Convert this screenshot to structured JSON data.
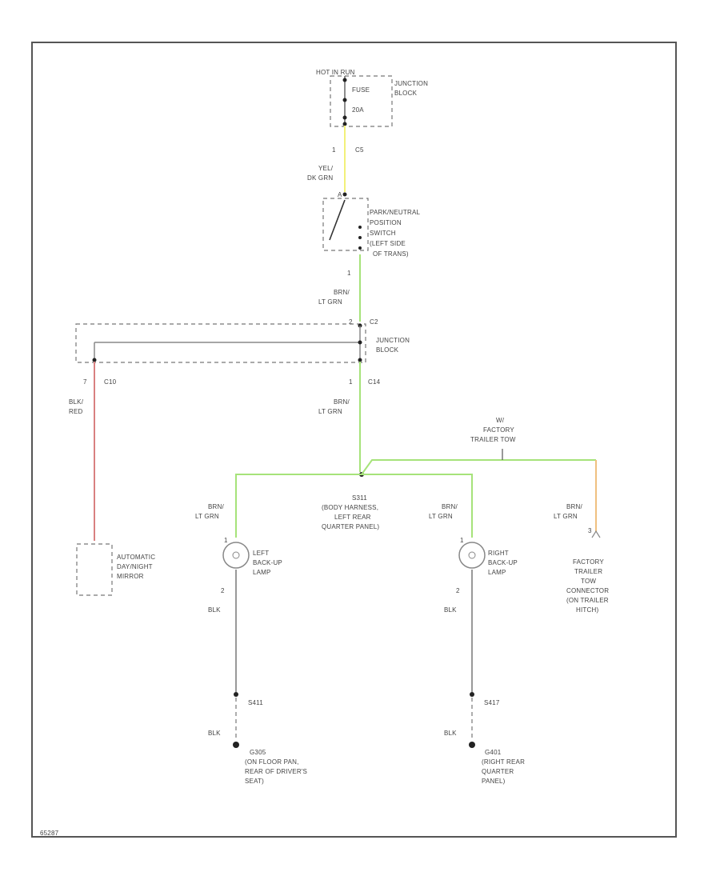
{
  "colors": {
    "frame": "#555555",
    "yellow_wire": "#f2f07a",
    "green_wire": "#a6e37a",
    "red_wire": "#d98080",
    "orange_wire": "#f0c080",
    "gray_wire": "#9a9a9a"
  },
  "labels": {
    "hot_in_run": "HOT IN RUN",
    "fuse": "FUSE",
    "fuse_amps": "20A",
    "junction_block_top": [
      "JUNCTION",
      "BLOCK"
    ],
    "pin_1_c5": "1",
    "c5": "C5",
    "wire1": [
      "YEL/",
      "DK GRN"
    ],
    "pin_a": "A",
    "switch": [
      "PARK/NEUTRAL",
      "POSITION",
      "SWITCH",
      "(LEFT SIDE",
      "OF TRANS)"
    ],
    "pin_1_sw": "1",
    "wire2": [
      "BRN/",
      "LT GRN"
    ],
    "pin_2_c2": "2",
    "c2": "C2",
    "junction_block_mid": [
      "JUNCTION",
      "BLOCK"
    ],
    "pin_7": "7",
    "c10": "C10",
    "wire3": [
      "BLK/",
      "RED"
    ],
    "pin_1_c14": "1",
    "c14": "C14",
    "wire4": [
      "BRN/",
      "LT GRN"
    ],
    "factory_tow": [
      "W/",
      "FACTORY",
      "TRAILER TOW"
    ],
    "splice": [
      "S311",
      "(BODY HARNESS,",
      "LEFT REAR",
      "QUARTER PANEL)"
    ],
    "wire_left_lamp": [
      "BRN/",
      "LT GRN"
    ],
    "wire_right_lamp": [
      "BRN/",
      "LT GRN"
    ],
    "wire_tow": [
      "BRN/",
      "LT GRN"
    ],
    "pin_left_1": "1",
    "pin_right_1": "1",
    "pin_tow": "3",
    "mirror": [
      "AUTOMATIC",
      "DAY/NIGHT",
      "MIRROR"
    ],
    "left_lamp": [
      "LEFT",
      "BACK-UP",
      "LAMP"
    ],
    "right_lamp": [
      "RIGHT",
      "BACK-UP",
      "LAMP"
    ],
    "tow_connector": [
      "FACTORY",
      "TRAILER",
      "TOW",
      "CONNECTOR",
      "(ON TRAILER",
      "HITCH)"
    ],
    "pin_left_2": "2",
    "pin_right_2": "2",
    "blk_left": "BLK",
    "blk_right": "BLK",
    "s417_left": "S411",
    "s417_right": "S417",
    "blk_left2": "BLK",
    "blk_right2": "BLK",
    "ground_left": [
      "G305",
      "(ON FLOOR PAN,",
      "REAR OF DRIVER'S",
      "SEAT)"
    ],
    "ground_right": [
      "G401",
      "(RIGHT REAR",
      "QUARTER",
      "PANEL)"
    ],
    "corner_code": "65287"
  }
}
